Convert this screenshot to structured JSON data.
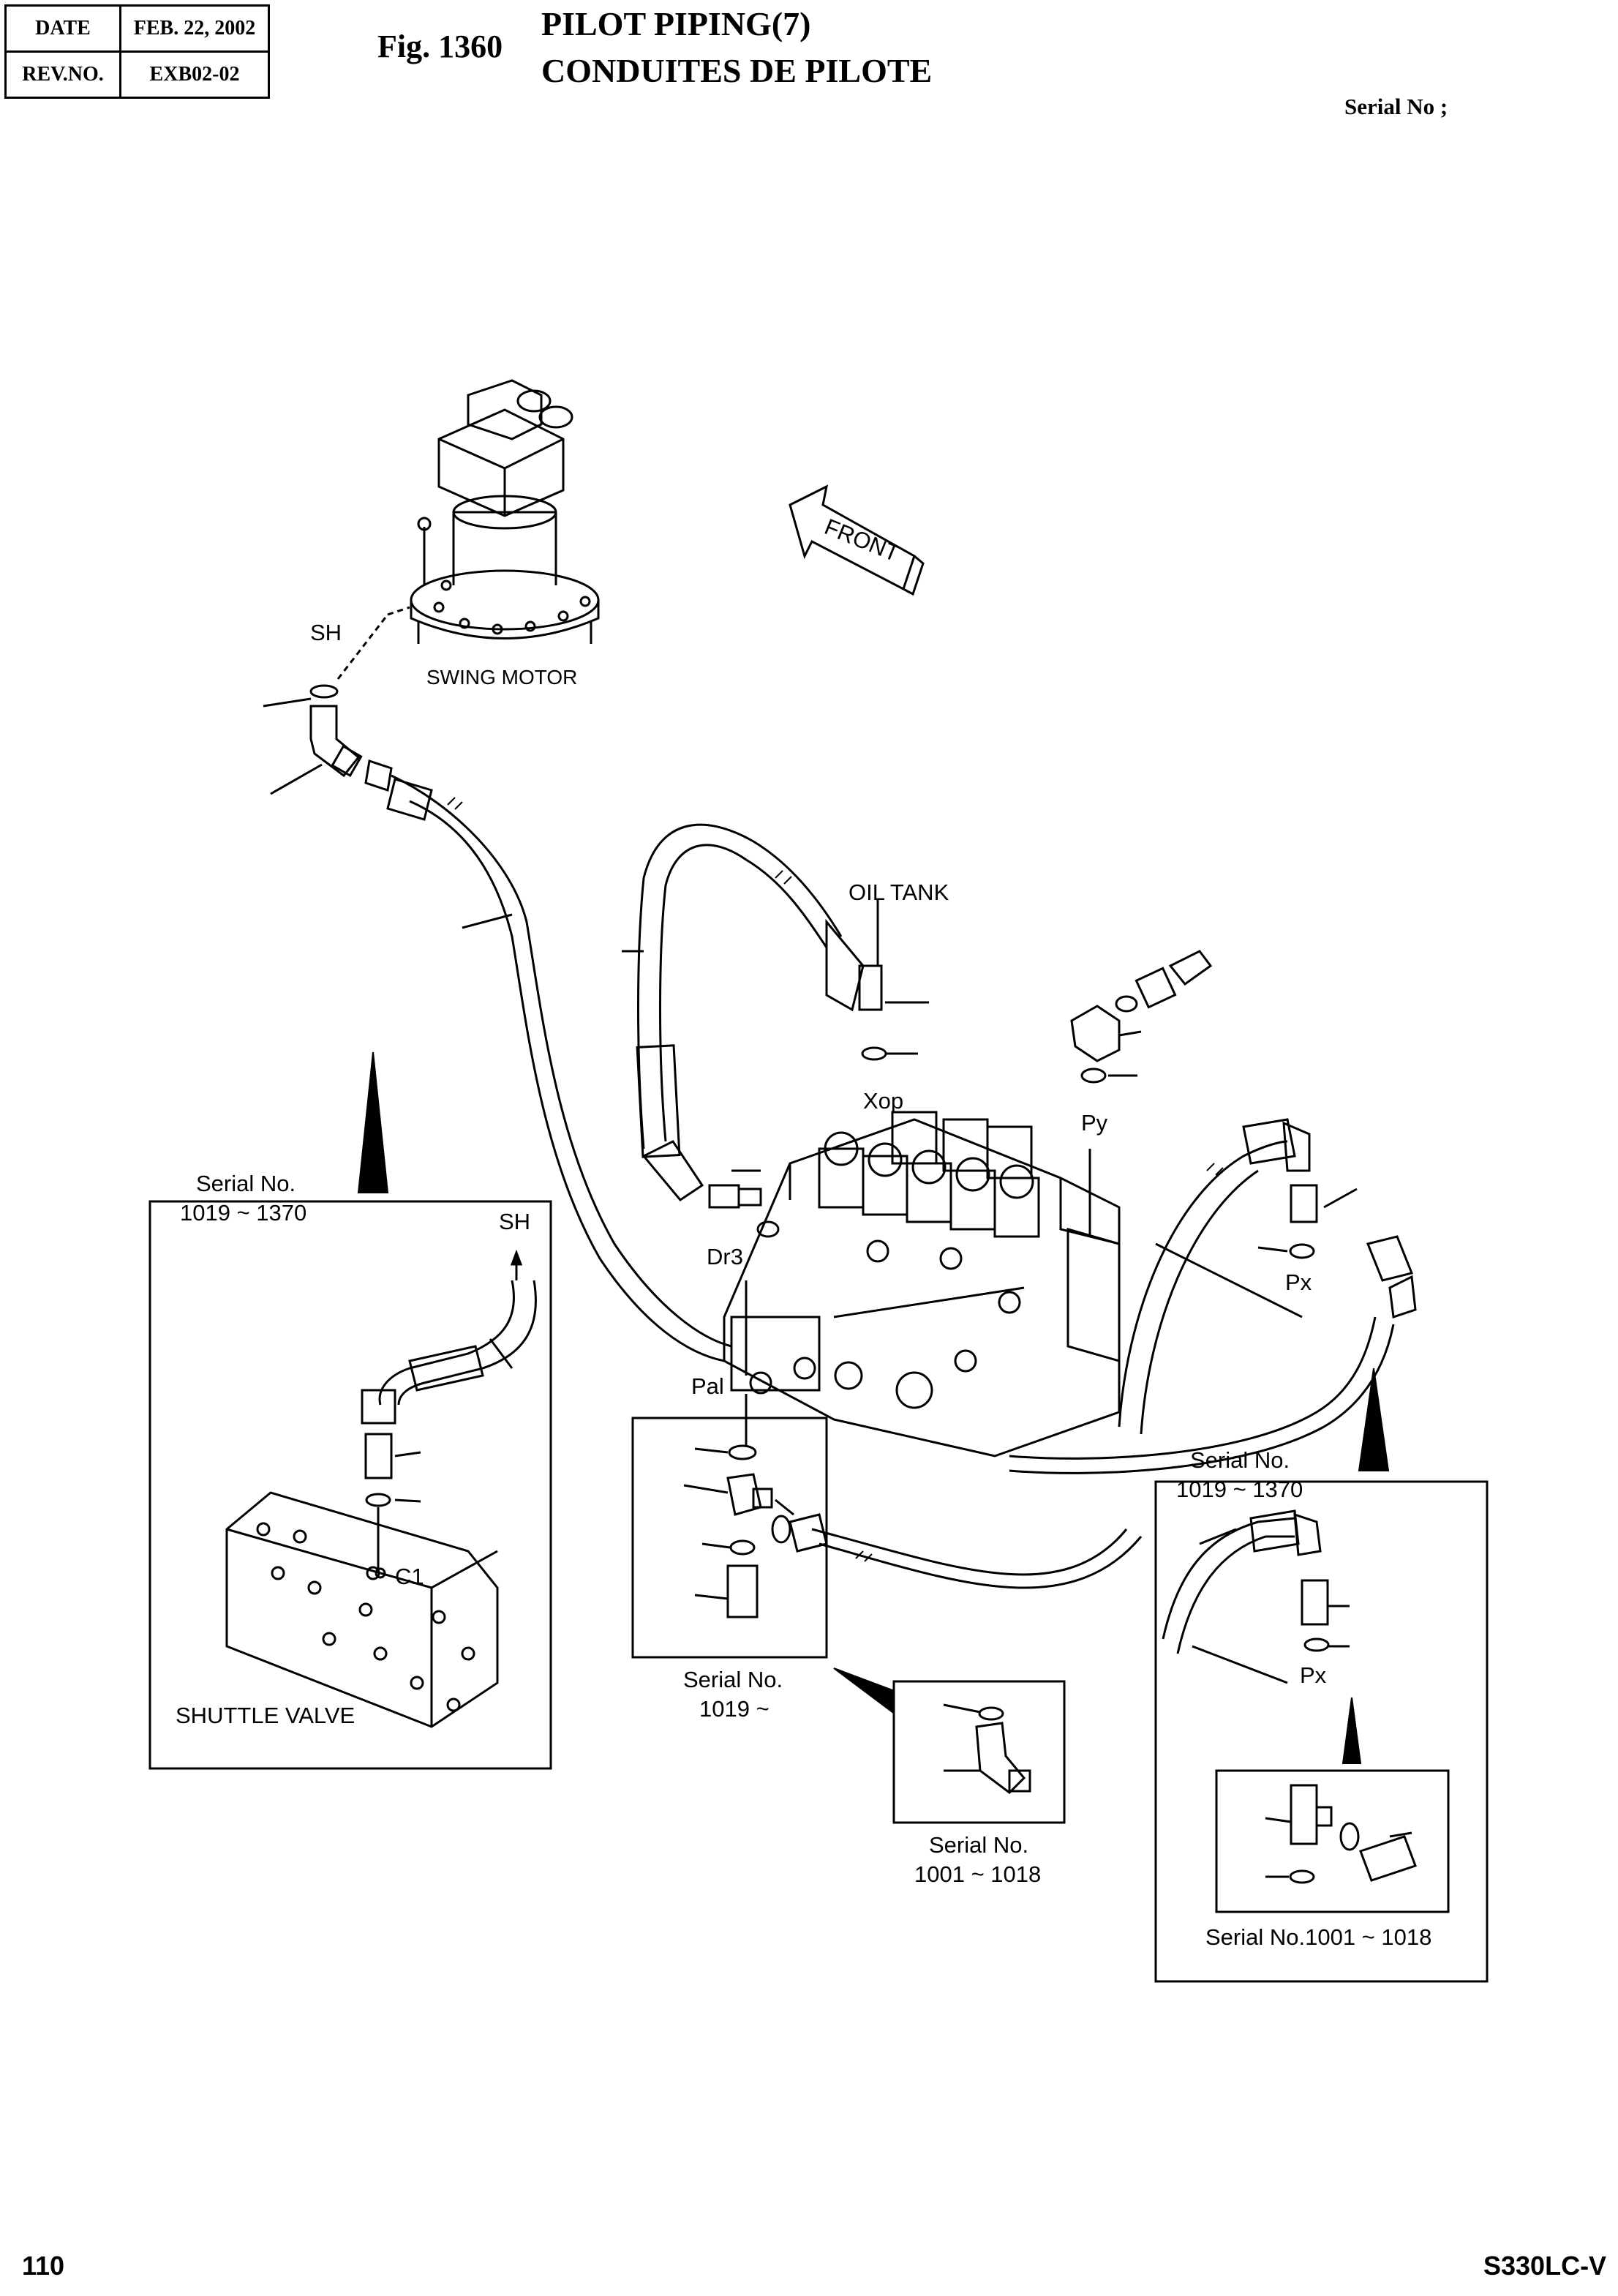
{
  "header": {
    "date_label": "DATE",
    "date_value": "FEB. 22, 2002",
    "rev_label": "REV.NO.",
    "rev_value": "EXB02-02",
    "fig_number": "Fig. 1360",
    "title_en": "PILOT PIPING(7)",
    "title_fr": "CONDUITES DE PILOTE",
    "serial_label": "Serial No ;"
  },
  "labels": {
    "sh_top": "SH",
    "swing_motor": "SWING MOTOR",
    "front": "FRONT",
    "oil_tank": "OIL TANK",
    "xop": "Xop",
    "py": "Py",
    "dr3": "Dr3",
    "px_main": "Px",
    "pal": "Pal",
    "sh_inset": "SH",
    "c1": "C1",
    "shuttle_valve": "SHUTTLE VALVE",
    "px_inset": "Px"
  },
  "insets": {
    "left_serial_1": "Serial No.",
    "left_serial_2": "1019 ~ 1370",
    "center_serial_1": "Serial No.",
    "center_serial_2": "1019 ~",
    "bottom_center_serial_1": "Serial No.",
    "bottom_center_serial_2": "1001 ~ 1018",
    "right_serial_1": "Serial No.",
    "right_serial_2": "1019 ~ 1370",
    "right_bottom_serial": "Serial No.1001 ~ 1018"
  },
  "footer": {
    "page_number": "110",
    "model": "S330LC-V"
  }
}
